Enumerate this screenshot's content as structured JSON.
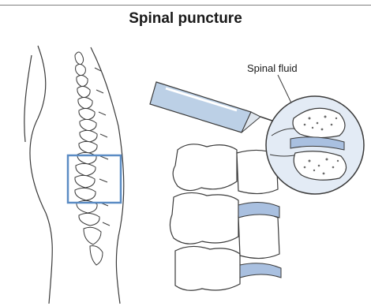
{
  "header": {
    "title": "Spinal puncture"
  },
  "labels": {
    "fluid": "Spinal fluid"
  },
  "colors": {
    "outline": "#3a3a3a",
    "needle": "#bcd0e6",
    "disc": "#a9c0e0",
    "lens_fill": "#e3ebf5",
    "highlight_box": "#5b8cc4"
  },
  "icons": {
    "needle": "syringe-needle",
    "lens": "magnifier-inset"
  }
}
